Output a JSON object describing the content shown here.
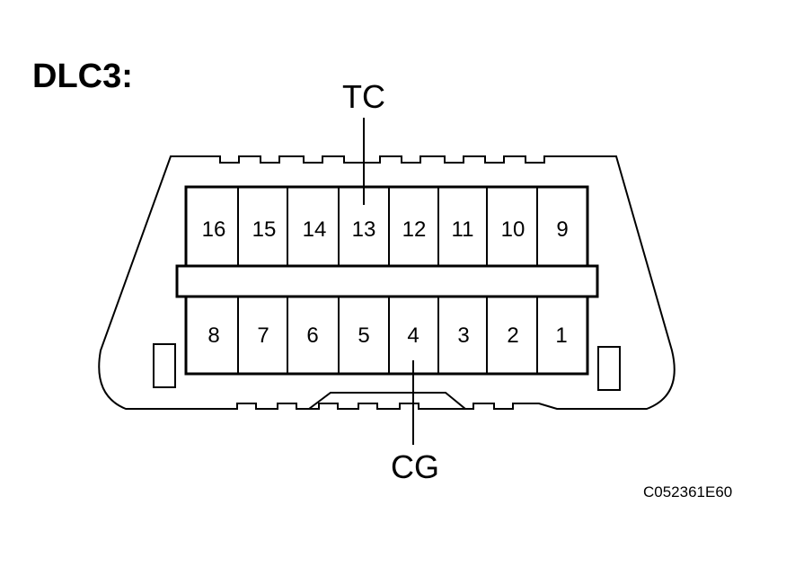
{
  "title": "DLC3:",
  "figure_id": "C052361E60",
  "callouts": {
    "top": {
      "label": "TC",
      "pin": "13"
    },
    "bottom": {
      "label": "CG",
      "pin": "4"
    }
  },
  "pins": {
    "top_row": [
      "16",
      "15",
      "14",
      "13",
      "12",
      "11",
      "10",
      "9"
    ],
    "bottom_row": [
      "8",
      "7",
      "6",
      "5",
      "4",
      "3",
      "2",
      "1"
    ]
  }
}
